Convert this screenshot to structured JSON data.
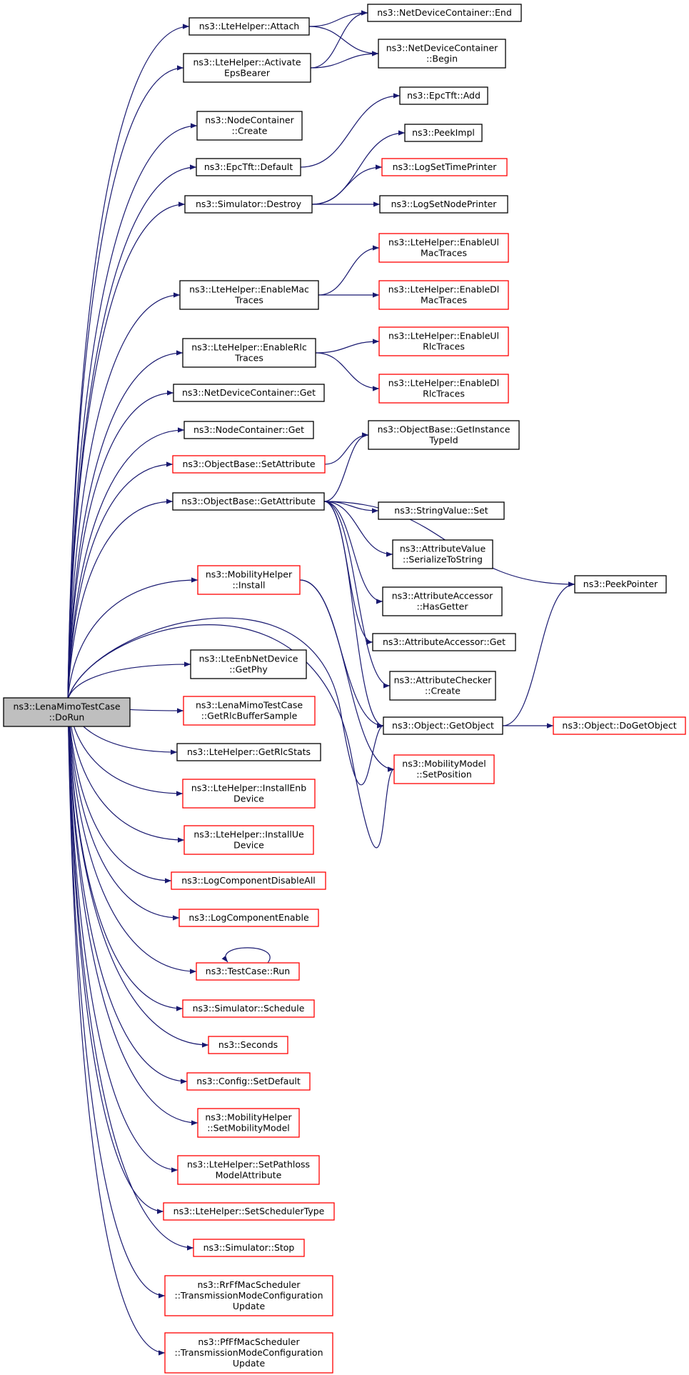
{
  "colors": {
    "edge": "#191970",
    "root_fill": "#bfbfbf",
    "border_black": "#000000",
    "border_red": "#ff0000"
  },
  "nodes": [
    {
      "id": "root",
      "lines": [
        "ns3::LenaMimoTestCase",
        "::DoRun"
      ],
      "style": "root"
    },
    {
      "id": "lte-attach",
      "lines": [
        "ns3::LteHelper::Attach"
      ],
      "style": "black"
    },
    {
      "id": "ndc-end",
      "lines": [
        "ns3::NetDeviceContainer::End"
      ],
      "style": "black"
    },
    {
      "id": "lte-activate",
      "lines": [
        "ns3::LteHelper::Activate",
        "EpsBearer"
      ],
      "style": "black"
    },
    {
      "id": "ndc-begin",
      "lines": [
        "ns3::NetDeviceContainer",
        "::Begin"
      ],
      "style": "black"
    },
    {
      "id": "nc-create",
      "lines": [
        "ns3::NodeContainer",
        "::Create"
      ],
      "style": "black"
    },
    {
      "id": "epctft-add",
      "lines": [
        "ns3::EpcTft::Add"
      ],
      "style": "black"
    },
    {
      "id": "epctft-default",
      "lines": [
        "ns3::EpcTft::Default"
      ],
      "style": "black"
    },
    {
      "id": "peekimpl",
      "lines": [
        "ns3::PeekImpl"
      ],
      "style": "black"
    },
    {
      "id": "logsettime",
      "lines": [
        "ns3::LogSetTimePrinter"
      ],
      "style": "red"
    },
    {
      "id": "sim-destroy",
      "lines": [
        "ns3::Simulator::Destroy"
      ],
      "style": "black"
    },
    {
      "id": "logsetnode",
      "lines": [
        "ns3::LogSetNodePrinter"
      ],
      "style": "black"
    },
    {
      "id": "enable-ul-mac",
      "lines": [
        "ns3::LteHelper::EnableUl",
        "MacTraces"
      ],
      "style": "red"
    },
    {
      "id": "enable-mac",
      "lines": [
        "ns3::LteHelper::EnableMac",
        "Traces"
      ],
      "style": "black"
    },
    {
      "id": "enable-dl-mac",
      "lines": [
        "ns3::LteHelper::EnableDl",
        "MacTraces"
      ],
      "style": "red"
    },
    {
      "id": "enable-ul-rlc",
      "lines": [
        "ns3::LteHelper::EnableUl",
        "RlcTraces"
      ],
      "style": "red"
    },
    {
      "id": "enable-rlc",
      "lines": [
        "ns3::LteHelper::EnableRlc",
        "Traces"
      ],
      "style": "black"
    },
    {
      "id": "enable-dl-rlc",
      "lines": [
        "ns3::LteHelper::EnableDl",
        "RlcTraces"
      ],
      "style": "red"
    },
    {
      "id": "ndc-get",
      "lines": [
        "ns3::NetDeviceContainer::Get"
      ],
      "style": "black"
    },
    {
      "id": "nc-get",
      "lines": [
        "ns3::NodeContainer::Get"
      ],
      "style": "black"
    },
    {
      "id": "getinstancetypeid",
      "lines": [
        "ns3::ObjectBase::GetInstance",
        "TypeId"
      ],
      "style": "black"
    },
    {
      "id": "setattribute",
      "lines": [
        "ns3::ObjectBase::SetAttribute"
      ],
      "style": "red"
    },
    {
      "id": "getattribute",
      "lines": [
        "ns3::ObjectBase::GetAttribute"
      ],
      "style": "black"
    },
    {
      "id": "stringvalue-set",
      "lines": [
        "ns3::StringValue::Set"
      ],
      "style": "black"
    },
    {
      "id": "attrvalue-serialize",
      "lines": [
        "ns3::AttributeValue",
        "::SerializeToString"
      ],
      "style": "black"
    },
    {
      "id": "peekpointer",
      "lines": [
        "ns3::PeekPointer"
      ],
      "style": "black"
    },
    {
      "id": "mobility-install",
      "lines": [
        "ns3::MobilityHelper",
        "::Install"
      ],
      "style": "red"
    },
    {
      "id": "accessor-hasgetter",
      "lines": [
        "ns3::AttributeAccessor",
        "::HasGetter"
      ],
      "style": "black"
    },
    {
      "id": "accessor-get",
      "lines": [
        "ns3::AttributeAccessor::Get"
      ],
      "style": "black"
    },
    {
      "id": "enb-getphy",
      "lines": [
        "ns3::LteEnbNetDevice",
        "::GetPhy"
      ],
      "style": "black"
    },
    {
      "id": "checker-create",
      "lines": [
        "ns3::AttributeChecker",
        "::Create"
      ],
      "style": "black"
    },
    {
      "id": "getrlcbuffer",
      "lines": [
        "ns3::LenaMimoTestCase",
        "::GetRlcBufferSample"
      ],
      "style": "red"
    },
    {
      "id": "object-getobject",
      "lines": [
        "ns3::Object::GetObject"
      ],
      "style": "black"
    },
    {
      "id": "object-dogetobject",
      "lines": [
        "ns3::Object::DoGetObject"
      ],
      "style": "red"
    },
    {
      "id": "getrlcstats",
      "lines": [
        "ns3::LteHelper::GetRlcStats"
      ],
      "style": "black"
    },
    {
      "id": "mobmodel-setpos",
      "lines": [
        "ns3::MobilityModel",
        "::SetPosition"
      ],
      "style": "red"
    },
    {
      "id": "install-enb",
      "lines": [
        "ns3::LteHelper::InstallEnb",
        "Device"
      ],
      "style": "red"
    },
    {
      "id": "install-ue",
      "lines": [
        "ns3::LteHelper::InstallUe",
        "Device"
      ],
      "style": "red"
    },
    {
      "id": "logdisableall",
      "lines": [
        "ns3::LogComponentDisableAll"
      ],
      "style": "red"
    },
    {
      "id": "logenable",
      "lines": [
        "ns3::LogComponentEnable"
      ],
      "style": "red"
    },
    {
      "id": "testcase-run",
      "lines": [
        "ns3::TestCase::Run"
      ],
      "style": "red"
    },
    {
      "id": "sim-schedule",
      "lines": [
        "ns3::Simulator::Schedule"
      ],
      "style": "red"
    },
    {
      "id": "seconds",
      "lines": [
        "ns3::Seconds"
      ],
      "style": "red"
    },
    {
      "id": "config-setdefault",
      "lines": [
        "ns3::Config::SetDefault"
      ],
      "style": "red"
    },
    {
      "id": "setmobilitymodel",
      "lines": [
        "ns3::MobilityHelper",
        "::SetMobilityModel"
      ],
      "style": "red"
    },
    {
      "id": "setpathloss",
      "lines": [
        "ns3::LteHelper::SetPathloss",
        "ModelAttribute"
      ],
      "style": "red"
    },
    {
      "id": "setscheduler",
      "lines": [
        "ns3::LteHelper::SetSchedulerType"
      ],
      "style": "red"
    },
    {
      "id": "sim-stop",
      "lines": [
        "ns3::Simulator::Stop"
      ],
      "style": "red"
    },
    {
      "id": "rrff-tmcu",
      "lines": [
        "ns3::RrFfMacScheduler",
        "::TransmissionModeConfiguration",
        "Update"
      ],
      "style": "red"
    },
    {
      "id": "pfff-tmcu",
      "lines": [
        "ns3::PfFfMacScheduler",
        "::TransmissionModeConfiguration",
        "Update"
      ],
      "style": "red"
    }
  ],
  "edges": [
    [
      "root",
      "lte-attach"
    ],
    [
      "root",
      "lte-activate"
    ],
    [
      "root",
      "nc-create"
    ],
    [
      "root",
      "epctft-default"
    ],
    [
      "root",
      "sim-destroy"
    ],
    [
      "root",
      "enable-mac"
    ],
    [
      "root",
      "enable-rlc"
    ],
    [
      "root",
      "ndc-get"
    ],
    [
      "root",
      "nc-get"
    ],
    [
      "root",
      "setattribute"
    ],
    [
      "root",
      "getattribute"
    ],
    [
      "root",
      "mobility-install"
    ],
    [
      "root",
      "enb-getphy"
    ],
    [
      "root",
      "getrlcbuffer"
    ],
    [
      "root",
      "getrlcstats"
    ],
    [
      "root",
      "install-enb"
    ],
    [
      "root",
      "install-ue"
    ],
    [
      "root",
      "logdisableall"
    ],
    [
      "root",
      "logenable"
    ],
    [
      "root",
      "testcase-run"
    ],
    [
      "root",
      "sim-schedule"
    ],
    [
      "root",
      "seconds"
    ],
    [
      "root",
      "config-setdefault"
    ],
    [
      "root",
      "setmobilitymodel"
    ],
    [
      "root",
      "setpathloss"
    ],
    [
      "root",
      "setscheduler"
    ],
    [
      "root",
      "sim-stop"
    ],
    [
      "root",
      "rrff-tmcu"
    ],
    [
      "root",
      "pfff-tmcu"
    ],
    [
      "root",
      "object-getobject"
    ],
    [
      "root",
      "mobmodel-setpos"
    ],
    [
      "lte-attach",
      "ndc-end"
    ],
    [
      "lte-attach",
      "ndc-begin"
    ],
    [
      "lte-activate",
      "ndc-end"
    ],
    [
      "lte-activate",
      "ndc-begin"
    ],
    [
      "epctft-default",
      "epctft-add"
    ],
    [
      "sim-destroy",
      "peekimpl"
    ],
    [
      "sim-destroy",
      "logsettime"
    ],
    [
      "sim-destroy",
      "logsetnode"
    ],
    [
      "enable-mac",
      "enable-ul-mac"
    ],
    [
      "enable-mac",
      "enable-dl-mac"
    ],
    [
      "enable-rlc",
      "enable-ul-rlc"
    ],
    [
      "enable-rlc",
      "enable-dl-rlc"
    ],
    [
      "setattribute",
      "getinstancetypeid"
    ],
    [
      "getattribute",
      "getinstancetypeid"
    ],
    [
      "getattribute",
      "stringvalue-set"
    ],
    [
      "getattribute",
      "attrvalue-serialize"
    ],
    [
      "getattribute",
      "peekpointer"
    ],
    [
      "getattribute",
      "accessor-hasgetter"
    ],
    [
      "getattribute",
      "accessor-get"
    ],
    [
      "getattribute",
      "checker-create"
    ],
    [
      "getattribute",
      "object-getobject"
    ],
    [
      "mobility-install",
      "object-getobject"
    ],
    [
      "mobility-install",
      "mobmodel-setpos"
    ],
    [
      "object-getobject",
      "peekpointer"
    ],
    [
      "object-getobject",
      "object-dogetobject"
    ],
    [
      "testcase-run",
      "testcase-run"
    ]
  ]
}
